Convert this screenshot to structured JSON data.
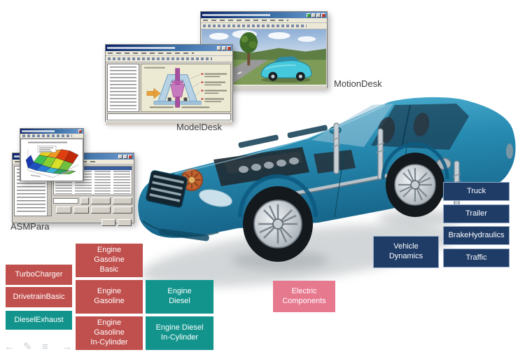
{
  "palette": {
    "module_red": "#C0504D",
    "module_teal": "#12948C",
    "module_pink": "#E7798F",
    "module_navy": "#1F3C67",
    "module_navy_border": "#93A9C6",
    "car_body": "#1E86AE"
  },
  "captions": {
    "asmpara": "ASMPara",
    "modeldesk": "ModelDesk",
    "motiondesk": "MotionDesk"
  },
  "modules": [
    {
      "id": "turbocharger",
      "label": "TurboCharger"
    },
    {
      "id": "drivetrain-basic",
      "label": "DrivetrainBasic"
    },
    {
      "id": "diesel-exhaust",
      "label": "DieselExhaust"
    },
    {
      "id": "engine-gasoline-basic",
      "label": "Engine\nGasoline\nBasic"
    },
    {
      "id": "engine-gasoline",
      "label": "Engine\nGasoline"
    },
    {
      "id": "engine-gasoline-in-cylinder",
      "label": "Engine\nGasoline\nIn-Cylinder"
    },
    {
      "id": "engine-diesel",
      "label": "Engine\nDiesel"
    },
    {
      "id": "engine-diesel-in-cylinder",
      "label": "Engine Diesel\nIn-Cylinder"
    },
    {
      "id": "electric-components",
      "label": "Electric\nComponents"
    },
    {
      "id": "vehicle-dynamics",
      "label": "Vehicle\nDynamics"
    },
    {
      "id": "truck",
      "label": "Truck"
    },
    {
      "id": "trailer",
      "label": "Trailer"
    },
    {
      "id": "brake-hydraulics",
      "label": "BrakeHydraulics"
    },
    {
      "id": "traffic",
      "label": "Traffic"
    }
  ],
  "nav_controls": {
    "prev": "←",
    "pen": "✎",
    "menu": "≡",
    "next": "→"
  }
}
